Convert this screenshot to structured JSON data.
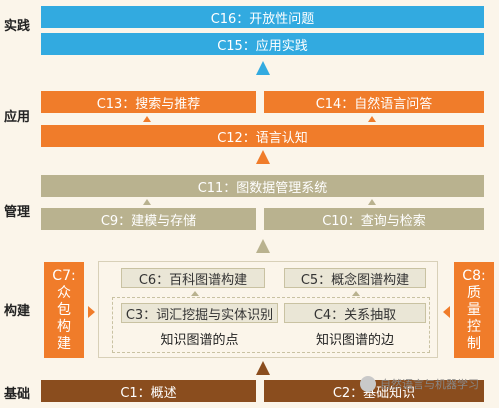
{
  "levels": {
    "practice": "实践",
    "application": "应用",
    "management": "管理",
    "construction": "构建",
    "foundation": "基础"
  },
  "boxes": {
    "c16": "C16：开放性问题",
    "c15": "C15：应用实践",
    "c13": "C13：搜索与推荐",
    "c14": "C14：自然语言问答",
    "c12": "C12：语言认知",
    "c11": "C11：图数据管理系统",
    "c9": "C9：建模与存储",
    "c10": "C10：查询与检索",
    "c6": "C6：百科图谱构建",
    "c5": "C5：概念图谱构建",
    "c3": "C3：词汇挖掘与实体识别",
    "c4": "C4：关系抽取",
    "c1": "C1：概述",
    "c2": "C2：基础知识"
  },
  "side_labels": {
    "c7": [
      "C7:",
      "众",
      "包",
      "构",
      "建"
    ],
    "c8": [
      "C8:",
      "质",
      "量",
      "控",
      "制"
    ]
  },
  "captions": {
    "points": "知识图谱的点",
    "edges": "知识图谱的边"
  },
  "watermark": "自然语言与机器学习",
  "colors": {
    "blue": "#32aae0",
    "orange": "#f07c2a",
    "olive": "#b9b28f",
    "brown": "#8a4d1e",
    "background": "#fbf5ea"
  }
}
